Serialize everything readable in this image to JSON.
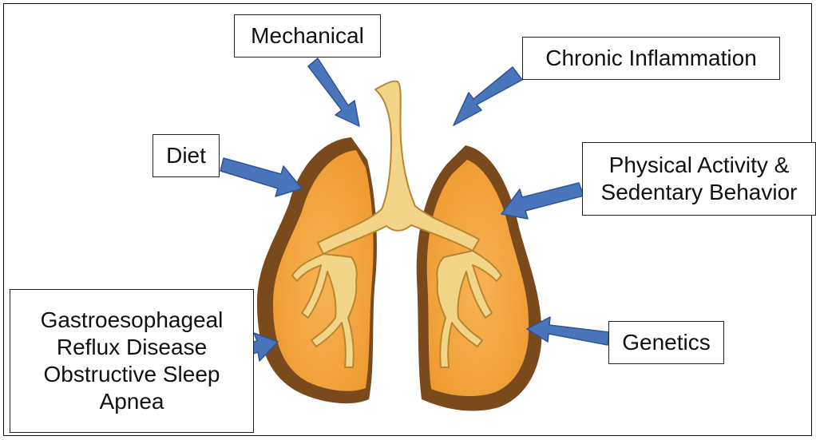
{
  "factors": {
    "mechanical": "Mechanical",
    "chronic_inflammation": "Chronic Inflammation",
    "diet": "Diet",
    "physical_activity": [
      "Physical Activity &",
      "Sedentary Behavior"
    ],
    "genetics": "Genetics",
    "gerd_osa": [
      "Gastroesophageal",
      "Reflux Disease",
      "Obstructive Sleep",
      "Apnea"
    ]
  },
  "colors": {
    "arrow_fill": "#4a75bb",
    "arrow_stroke": "#2e5597",
    "lung_fill": "#f4a640",
    "lung_edge": "#7a4a1c",
    "airway_fill": "#f3d58a",
    "airway_stroke": "#b8862f"
  },
  "icons": {
    "lungs": "lungs-illustration",
    "arrows": "arrow-icon"
  }
}
